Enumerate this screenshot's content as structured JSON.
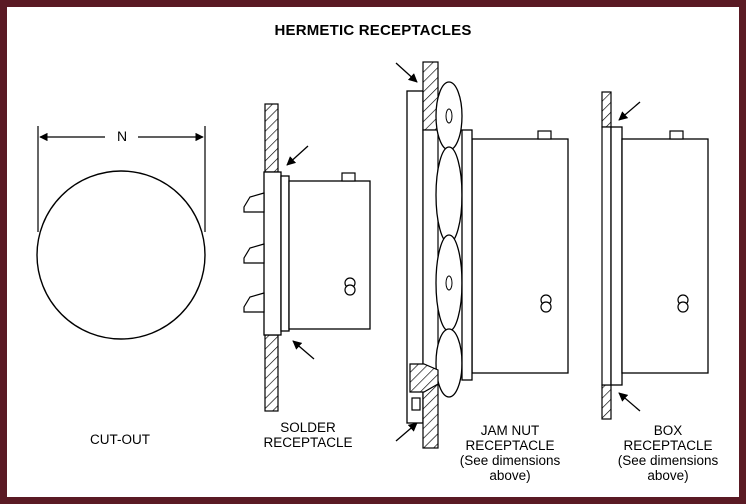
{
  "title": "HERMETIC RECEPTACLES",
  "dimension_label": "N",
  "labels": {
    "cutout": "CUT-OUT",
    "solder_line1": "SOLDER",
    "solder_line2": "RECEPTACLE",
    "jam_line1": "JAM NUT",
    "jam_line2": "RECEPTACLE",
    "jam_line3": "(See dimensions",
    "jam_line4": "above)",
    "box_line1": "BOX",
    "box_line2": "RECEPTACLE",
    "box_line3": "(See dimensions",
    "box_line4": "above)"
  },
  "colors": {
    "border": "#5a1a24",
    "line": "#000000"
  }
}
